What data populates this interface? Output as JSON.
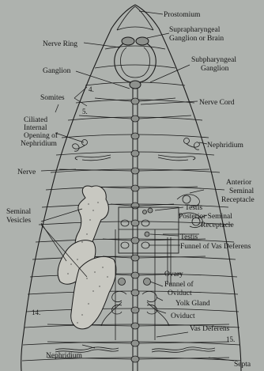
{
  "labels": {
    "prostomium": "Prostomium",
    "brain_line1": "Suprapharyngeal",
    "brain_line2": "Ganglion or Brain",
    "nerve_ring": "Nerve Ring",
    "subpharyngeal_line1": "Subpharyngeal",
    "subpharyngeal_line2": "Ganglion",
    "ganglion": "Ganglion",
    "seg4": "4.",
    "somites": "Somites",
    "seg5": "5.",
    "nerve_cord": "Nerve Cord",
    "ciliated_line1": "Ciliated",
    "ciliated_line2": "Internal",
    "ciliated_line3": "Opening of",
    "ciliated_line4": "Nephridium",
    "nephridium_right": "Nephridium",
    "nerve": "Nerve",
    "anterior_line1": "Anterior",
    "anterior_line2": "Seminal",
    "anterior_line3": "Receptacle",
    "seminal_line1": "Seminal",
    "seminal_line2": "Vesicles",
    "testis_upper": "Testis",
    "posterior_line1": "Posterior Seminal",
    "posterior_line2": "Receptacle",
    "testis_lower": "Testis",
    "funnel_vas": "Funnel of Vas Deferens",
    "ovary": "Ovary",
    "funnel_ovi_line1": "Funnel of",
    "funnel_ovi_line2": "Oviduct",
    "yolk_gland": "Yolk Gland",
    "seg14": "14.",
    "oviduct": "Oviduct",
    "vas_deferens": "Vas Deferens",
    "seg15": "15.",
    "nephridium_bottom": "Nephridium",
    "septa": "Septa"
  }
}
